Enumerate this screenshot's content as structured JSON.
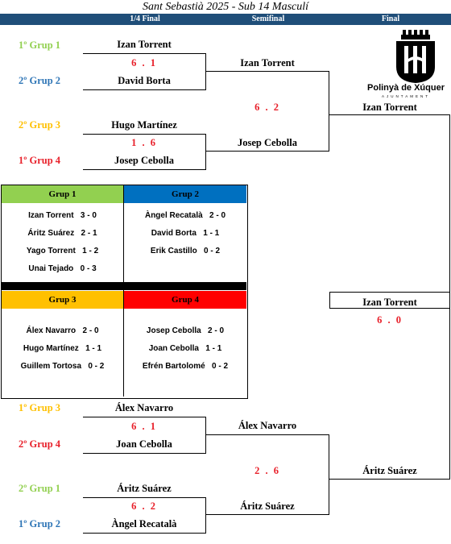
{
  "title": "Sant Sebastià 2025 - Sub 14 Masculí",
  "headers": {
    "quarter": "1/4 Final",
    "semi": "Semifinal",
    "final": "Final"
  },
  "logo": {
    "name": "Polinyà de Xúquer",
    "sub": "AJUNTAMENT"
  },
  "qf": [
    {
      "seed_top": "1º Grup 1",
      "seed_bottom": "2º Grup 2",
      "player_top": "Izan Torrent",
      "player_bottom": "David Borta",
      "score": "6 . 1"
    },
    {
      "seed_top": "2º Grup 3",
      "seed_bottom": "1º Grup 4",
      "player_top": "Hugo Martínez",
      "player_bottom": "Josep Cebolla",
      "score": "1 . 6"
    },
    {
      "seed_top": "1º Grup 3",
      "seed_bottom": "2º Grup 4",
      "player_top": "Álex Navarro",
      "player_bottom": "Joan Cebolla",
      "score": "6 . 1"
    },
    {
      "seed_top": "2º Grup 1",
      "seed_bottom": "1º Grup 2",
      "player_top": "Áritz Suárez",
      "player_bottom": "Àngel Recatalà",
      "score": "6 . 2"
    }
  ],
  "sf": [
    {
      "player_top": "Izan Torrent",
      "player_bottom": "Josep Cebolla",
      "score": "6 . 2"
    },
    {
      "player_top": "Álex Navarro",
      "player_bottom": "Áritz Suárez",
      "score": "2 . 6"
    }
  ],
  "final": {
    "player_top": "Izan Torrent",
    "player_bottom": "Áritz Suárez",
    "score": "6 . 0"
  },
  "groups": [
    {
      "name": "Grup 1",
      "color": "#92d050",
      "rows": [
        "Izan Torrent   3 - 0",
        "Áritz Suárez   2 - 1",
        "Yago Torrent   1 - 2",
        "Unai Tejado   0 - 3"
      ]
    },
    {
      "name": "Grup 2",
      "color": "#0070c0",
      "rows": [
        "Àngel Recatalà   2 - 0",
        "David Borta   1 - 1",
        "Erik Castillo   0 - 2"
      ]
    },
    {
      "name": "Grup 3",
      "color": "#ffc000",
      "rows": [
        "Álex Navarro   2 - 0",
        "Hugo Martínez   1 - 1",
        "Guillem Tortosa   0 - 2"
      ]
    },
    {
      "name": "Grup 4",
      "color": "#ff0000",
      "rows": [
        "Josep Cebolla   2 - 0",
        "Joan Cebolla   1 - 1",
        "Efrén Bartolomé   0 - 2"
      ]
    }
  ]
}
